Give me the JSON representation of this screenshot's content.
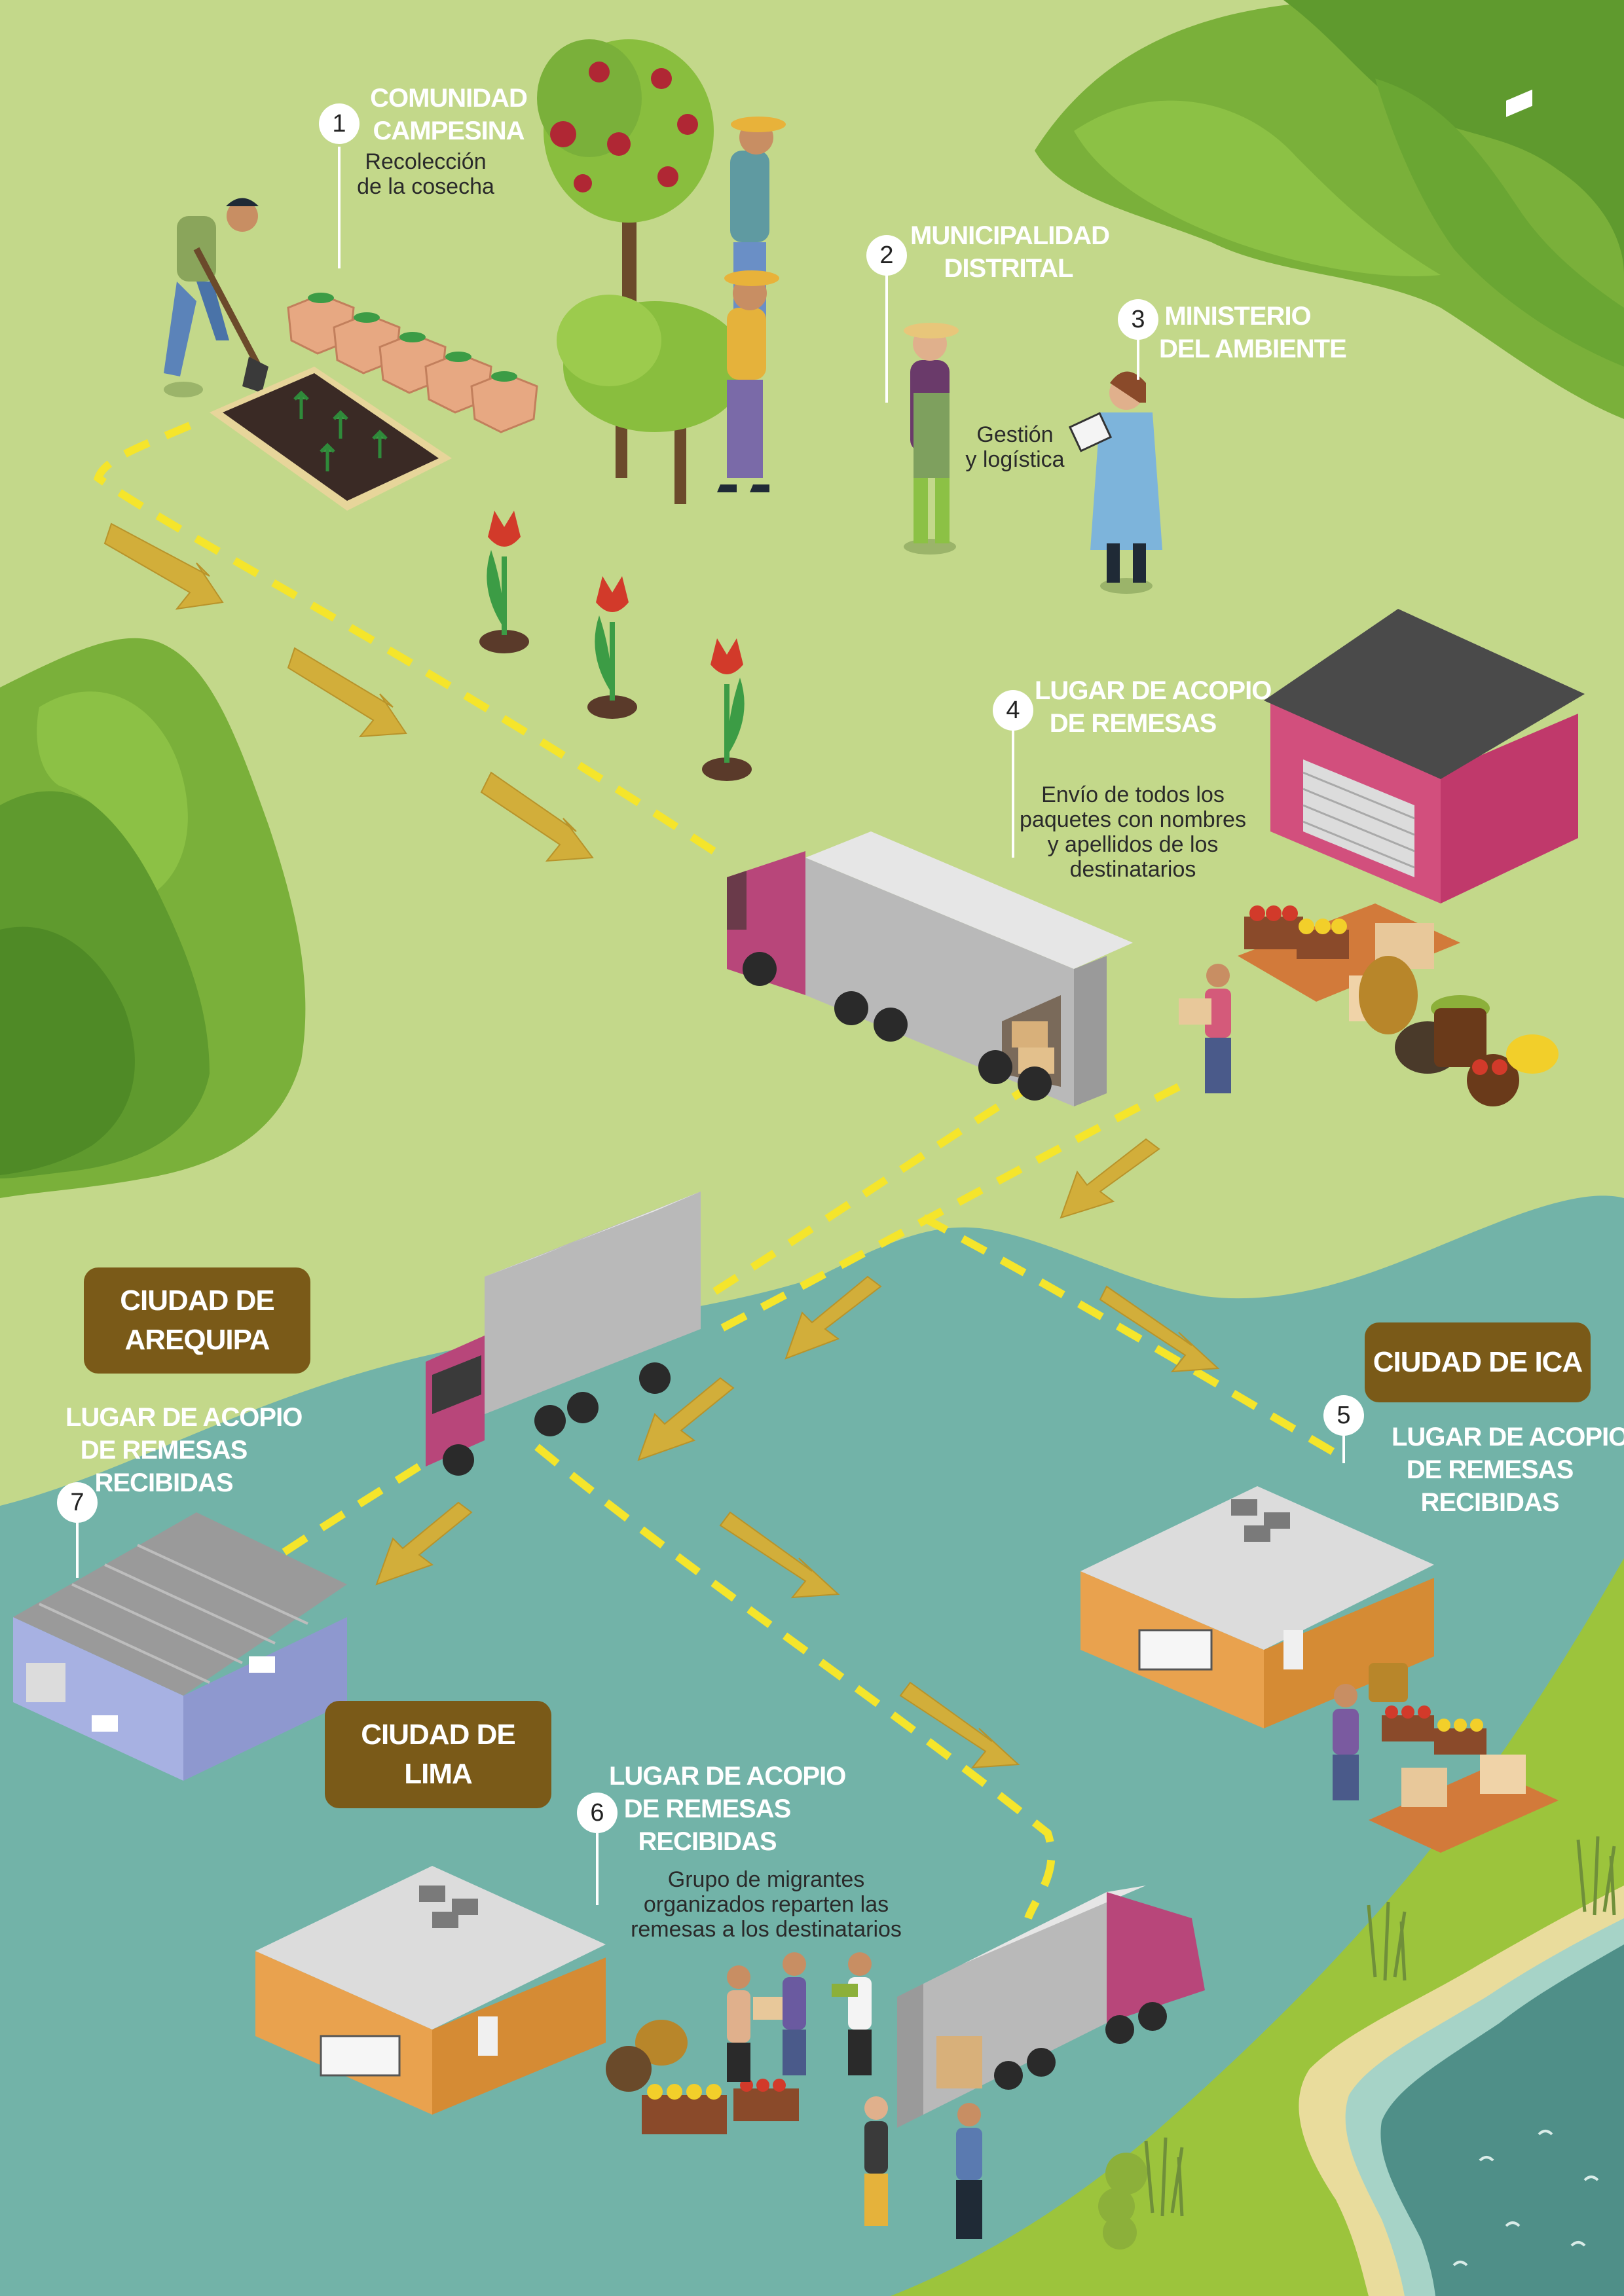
{
  "steps": {
    "s1": {
      "number": "1",
      "title_line1": "COMUNIDAD",
      "title_line2": "CAMPESINA",
      "desc_line1": "Recolección",
      "desc_line2": "de la cosecha"
    },
    "s2": {
      "number": "2",
      "title_line1": "MUNICIPALIDAD",
      "title_line2": "DISTRITAL",
      "desc_line1": "Gestión",
      "desc_line2": "y logística"
    },
    "s3": {
      "number": "3",
      "title_line1": "MINISTERIO",
      "title_line2": "DEL AMBIENTE"
    },
    "s4": {
      "number": "4",
      "title_line1": "LUGAR DE ACOPIO",
      "title_line2": "DE REMESAS",
      "desc_line1": "Envío de todos los",
      "desc_line2": "paquetes con nombres",
      "desc_line3": "y apellidos de los",
      "desc_line4": "destinatarios"
    },
    "s5": {
      "number": "5",
      "title_line1": "LUGAR DE ACOPIO",
      "title_line2": "DE REMESAS",
      "title_line3": "RECIBIDAS"
    },
    "s6": {
      "number": "6",
      "title_line1": "LUGAR DE ACOPIO",
      "title_line2": "DE REMESAS",
      "title_line3": "RECIBIDAS",
      "desc_line1": "Grupo de migrantes",
      "desc_line2": "organizados reparten las",
      "desc_line3": "remesas a los destinatarios"
    },
    "s7": {
      "number": "7",
      "title_line1": "LUGAR DE ACOPIO",
      "title_line2": "DE REMESAS",
      "title_line3": "RECIBIDAS"
    }
  },
  "cities": {
    "arequipa": {
      "line1": "CIUDAD DE",
      "line2": "AREQUIPA"
    },
    "ica": {
      "line1": "CIUDAD DE ICA"
    },
    "lima": {
      "line1": "CIUDAD DE",
      "line2": "LIMA"
    }
  },
  "colors": {
    "land": "#c3d88a",
    "hills": "#7ab03a",
    "hills_dark": "#5f9a2e",
    "river": "#72b3a8",
    "sea": "#4f8f88",
    "shore_green": "#9cc43c",
    "sand": "#e9dc9c",
    "path": "#f5e52b",
    "arrow": "#d2ae3a",
    "city_box": "#7a5a18",
    "warehouse_pink": "#c85a8a",
    "warehouse_blue": "#9aa6d6",
    "warehouse_orange": "#e9a24e",
    "truck_cab": "#b8467a",
    "truck_box": "#b9b9b9"
  },
  "icons": [
    "farmer-icon",
    "fruit-tree-icon",
    "seedling-planter-icon",
    "tulip-icon",
    "worker-icon",
    "truck-icon",
    "warehouse-icon",
    "produce-crates-icon",
    "person-carrying-box-icon",
    "reeds-icon",
    "bush-icon"
  ]
}
